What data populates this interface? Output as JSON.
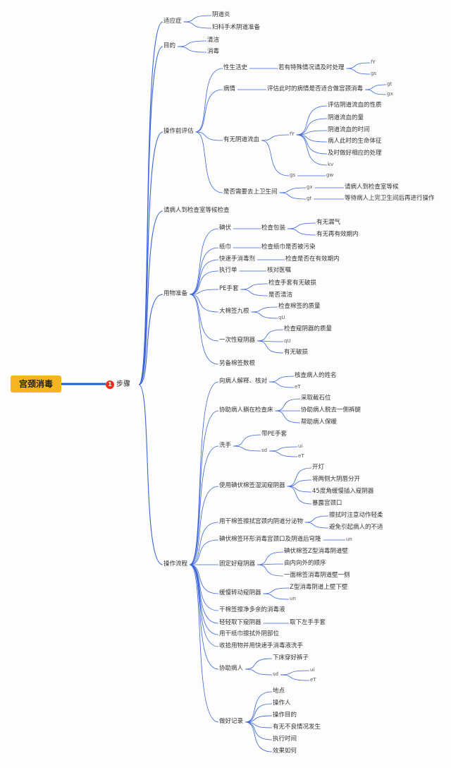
{
  "root": {
    "label": "宫颈消毒",
    "badge": "1",
    "step": "步骤",
    "children": [
      {
        "label": "适应症",
        "children": [
          {
            "label": "阴道炎"
          },
          {
            "label": "妇科手术阴道准备"
          }
        ]
      },
      {
        "label": "目的",
        "children": [
          {
            "label": "清洁"
          },
          {
            "label": "消毒"
          }
        ]
      },
      {
        "label": "操作前评估",
        "children": [
          {
            "label": "性生活史",
            "children": [
              {
                "label": "若有特殊情况请及时处理",
                "children": [
                  {
                    "label": "fY"
                  },
                  {
                    "label": "gs"
                  }
                ]
              }
            ]
          },
          {
            "label": "病情",
            "children": [
              {
                "label": "评估此时的病情是否适合做宫颈消毒",
                "children": [
                  {
                    "label": "gt"
                  },
                  {
                    "label": "gx"
                  }
                ]
              }
            ]
          },
          {
            "label": "有无阴道流血",
            "children": [
              {
                "label": "fY",
                "children": [
                  {
                    "label": "评估阴道流血的性质"
                  },
                  {
                    "label": "阴道流血的量"
                  },
                  {
                    "label": "阴道流血的时间"
                  },
                  {
                    "label": "病人此时的生命体征"
                  },
                  {
                    "label": "及时做好相应的处理"
                  },
                  {
                    "label": "kv"
                  }
                ]
              },
              {
                "label": "gs",
                "children": [
                  {
                    "label": "gw"
                  }
                ]
              }
            ]
          },
          {
            "label": "是否需要去上卫生间",
            "children": [
              {
                "label": "gx",
                "children": [
                  {
                    "label": "请病人到检查室等候"
                  }
                ]
              },
              {
                "label": "gt",
                "children": [
                  {
                    "label": "等待病人上完卫生间后再进行操作"
                  }
                ]
              }
            ]
          }
        ]
      },
      {
        "label": "请病人到检查室等候检查"
      },
      {
        "label": "用物准备",
        "children": [
          {
            "label": "碘伏",
            "children": [
              {
                "label": "检查包装",
                "children": [
                  {
                    "label": "有无漏气"
                  },
                  {
                    "label": "有无再有效期内"
                  }
                ]
              }
            ]
          },
          {
            "label": "纸巾",
            "children": [
              {
                "label": "检查纸巾是否被污染"
              }
            ]
          },
          {
            "label": "快速手消毒剂",
            "children": [
              {
                "label": "检查是否在有效期内"
              }
            ]
          },
          {
            "label": "执行单",
            "children": [
              {
                "label": "核对医嘱"
              }
            ]
          },
          {
            "label": "PE手套",
            "children": [
              {
                "label": "检查手套有无破损"
              },
              {
                "label": "是否清洁"
              }
            ]
          },
          {
            "label": "大棉签九根",
            "children": [
              {
                "label": "检查棉签的质量"
              },
              {
                "label": "qU"
              }
            ]
          },
          {
            "label": "一次性窥阴器",
            "children": [
              {
                "label": "检查窥阴器的质量"
              },
              {
                "label": "qU"
              },
              {
                "label": "有无破损"
              }
            ]
          },
          {
            "label": "另备棉签数根"
          }
        ]
      },
      {
        "label": "操作流程",
        "children": [
          {
            "label": "向病人解释、核对",
            "children": [
              {
                "label": "核查病人的姓名"
              },
              {
                "label": "eT"
              }
            ]
          },
          {
            "label": "协助病人躺在检查床",
            "children": [
              {
                "label": "采取截石位"
              },
              {
                "label": "协助病人脱去一侧裤腿"
              },
              {
                "label": "帮助病人保暖"
              }
            ]
          },
          {
            "label": "洗手",
            "children": [
              {
                "label": "带PE手套"
              },
              {
                "label": "sd",
                "children": [
                  {
                    "label": "ui"
                  },
                  {
                    "label": "eT"
                  }
                ]
              }
            ]
          },
          {
            "label": "使用碘伏棉签湿润窥阴器",
            "children": [
              {
                "label": "开灯"
              },
              {
                "label": "将两侧大阴唇分开"
              },
              {
                "label": "45度角缓慢插入窥阴器"
              },
              {
                "label": "暴露宫颈口"
              }
            ]
          },
          {
            "label": "用干棉签擦拭宫颈内阴道分泌物",
            "children": [
              {
                "label": "擦拭时注意动作轻柔"
              },
              {
                "label": "避免引起病人的不适"
              }
            ]
          },
          {
            "label": "碘伏棉签环形消毒宫颈口及阴道后穹隆",
            "children": [
              {
                "label": "un"
              }
            ]
          },
          {
            "label": "固定好窥阴器",
            "children": [
              {
                "label": "碘伏棉签Z型消毒阴道壁"
              },
              {
                "label": "由内向外的顺序"
              },
              {
                "label": "一面棉签消毒阴道壁一侧"
              }
            ]
          },
          {
            "label": "缓慢转动窥阴器",
            "children": [
              {
                "label": "Z型消毒阴道上壁下壁"
              },
              {
                "label": "un"
              }
            ]
          },
          {
            "label": "干棉签擦净多余的消毒液"
          },
          {
            "label": "轻轻取下窥阴器",
            "children": [
              {
                "label": "取下左手手套"
              }
            ]
          },
          {
            "label": "用干纸巾擦拭外阴部位"
          },
          {
            "label": "收拾用物并用快速手消毒液洗手"
          },
          {
            "label": "协助病人",
            "children": [
              {
                "label": "下床穿好裤子"
              },
              {
                "label": "sd",
                "children": [
                  {
                    "label": "ui"
                  },
                  {
                    "label": "eT"
                  }
                ]
              }
            ]
          },
          {
            "label": "做好记录",
            "children": [
              {
                "label": "地点"
              },
              {
                "label": "操作人"
              },
              {
                "label": "操作目的"
              },
              {
                "label": "有无不良情况发生"
              },
              {
                "label": "执行时间"
              },
              {
                "label": "效果如何"
              }
            ]
          }
        ]
      }
    ]
  },
  "colors": {
    "root_fill": "#f6b51e",
    "badge": "#e8331c",
    "root_link": "#1f5fd6",
    "branch": "#3a64d8"
  }
}
